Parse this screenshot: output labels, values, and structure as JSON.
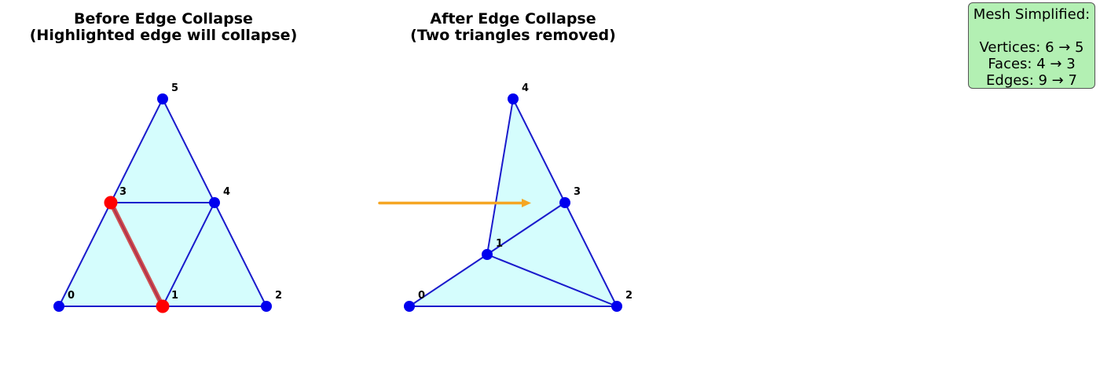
{
  "before": {
    "title_line1": "Before Edge Collapse",
    "title_line2": "(Highlighted edge will collapse)",
    "vertex_labels": [
      "0",
      "1",
      "2",
      "3",
      "4",
      "5"
    ],
    "faces": [
      [
        0,
        1,
        3
      ],
      [
        1,
        4,
        3
      ],
      [
        1,
        2,
        4
      ],
      [
        3,
        4,
        5
      ]
    ],
    "highlighted_edge": [
      3,
      1
    ]
  },
  "after": {
    "title_line1": "After Edge Collapse",
    "title_line2": "(Two triangles removed)",
    "vertex_labels": [
      "0",
      "1",
      "2",
      "3",
      "4"
    ],
    "faces": [
      [
        0,
        2,
        1
      ],
      [
        1,
        2,
        3
      ],
      [
        1,
        3,
        4
      ]
    ]
  },
  "stats": {
    "heading": "Mesh Simplified:",
    "vertices": "Vertices: 6 → 5",
    "faces": "Faces: 4 → 3",
    "edges": "Edges: 9 → 7"
  },
  "colors": {
    "fill": "#d5fdfd",
    "edge": "#1a1acc",
    "vertex": "#0000ee",
    "highlight_vertex": "#ff0000",
    "highlight_edge": "#cc3333",
    "arrow": "#f5a623",
    "stats_background": "#b3f0b3"
  }
}
